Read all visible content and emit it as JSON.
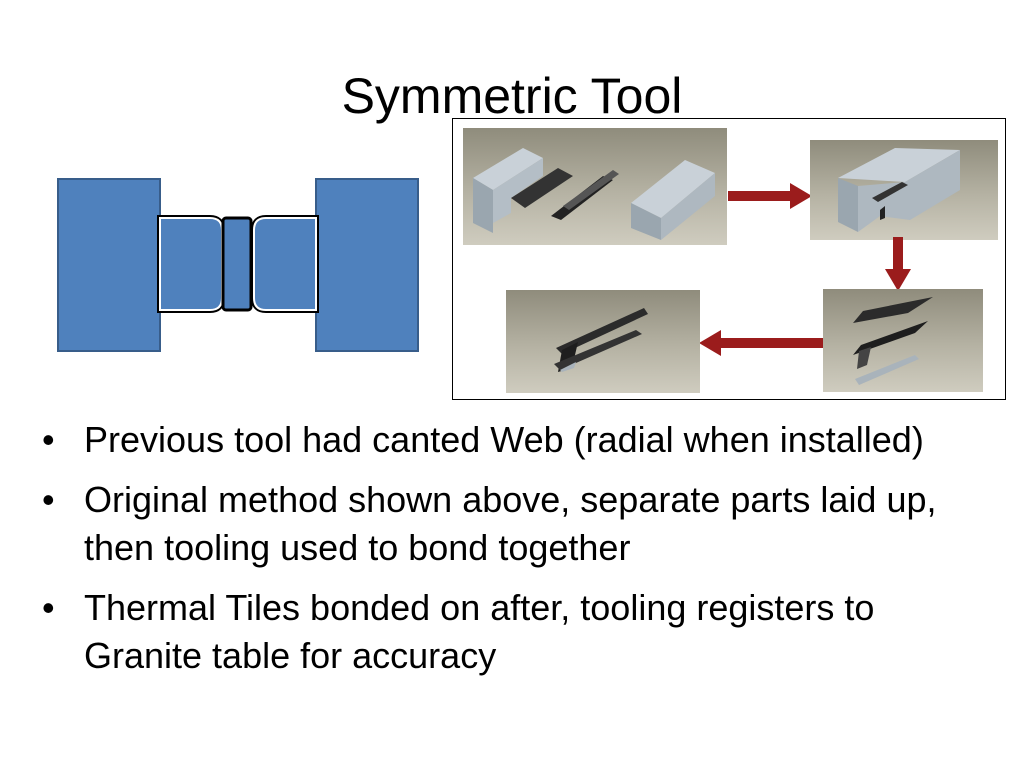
{
  "slide": {
    "title": "Symmetric Tool",
    "bullets": [
      {
        "text": "Previous tool had canted Web (radial when installed)"
      },
      {
        "text": "Original method shown above, separate parts laid up, then tooling used to bond together"
      },
      {
        "text": "Thermal Tiles bonded on after, tooling registers to Granite table for accuracy"
      }
    ],
    "bullet_symbol": "•"
  },
  "colors": {
    "tool_block_fill": "#4f81bd",
    "tool_block_stroke": "#385d8a",
    "arrow_fill": "#9b1c1c",
    "panel_background": "#b5b2a3",
    "part_color": "#a9b3bb",
    "laminate_color": "#2b2b2b"
  },
  "process_steps": [
    {
      "name": "separate-parts",
      "icon": "tooling-blocks-apart"
    },
    {
      "name": "assembled-tool",
      "icon": "tooling-blocks-together"
    },
    {
      "name": "exploded-laminates",
      "icon": "laminate-stack"
    },
    {
      "name": "bonded-beam",
      "icon": "i-beam"
    }
  ]
}
